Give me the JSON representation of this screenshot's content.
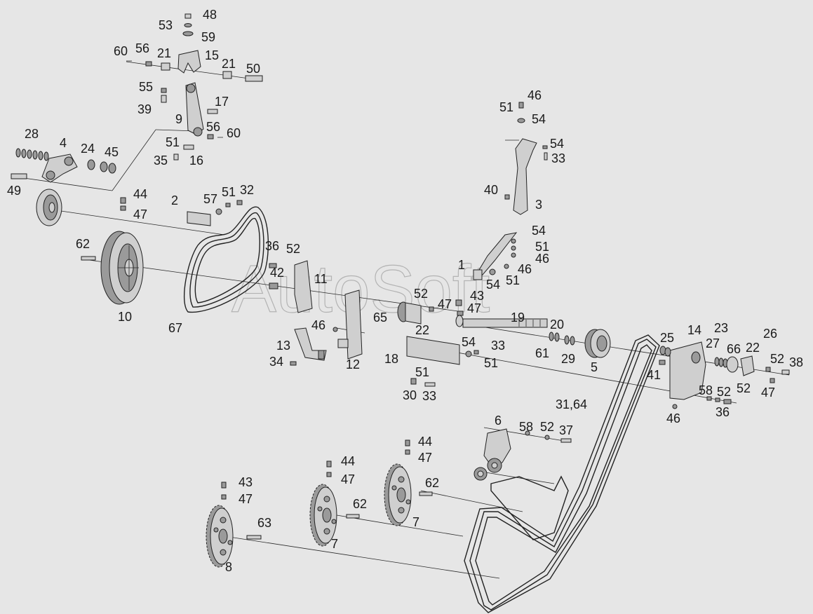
{
  "watermark": "AutoSoft",
  "labels": [
    "48",
    "53",
    "59",
    "60",
    "56",
    "21",
    "15",
    "21",
    "50",
    "55",
    "39",
    "17",
    "9",
    "56",
    "60",
    "51",
    "35",
    "16",
    "28",
    "4",
    "24",
    "45",
    "49",
    "2",
    "57",
    "51",
    "32",
    "44",
    "47",
    "62",
    "10",
    "67",
    "36",
    "52",
    "42",
    "11",
    "46",
    "13",
    "34",
    "12",
    "65",
    "52",
    "47",
    "47",
    "43",
    "22",
    "18",
    "51",
    "30",
    "33",
    "46",
    "51",
    "54",
    "54",
    "33",
    "40",
    "3",
    "54",
    "51",
    "46",
    "1",
    "46",
    "54",
    "51",
    "19",
    "20",
    "61",
    "29",
    "5",
    "54",
    "33",
    "51",
    "25",
    "14",
    "23",
    "27",
    "66",
    "22",
    "26",
    "52",
    "38",
    "41",
    "58",
    "52",
    "52",
    "36",
    "47",
    "46",
    "31,64",
    "6",
    "58",
    "52",
    "37",
    "44",
    "47",
    "44",
    "47",
    "43",
    "47",
    "62",
    "62",
    "63",
    "7",
    "7",
    "8"
  ]
}
